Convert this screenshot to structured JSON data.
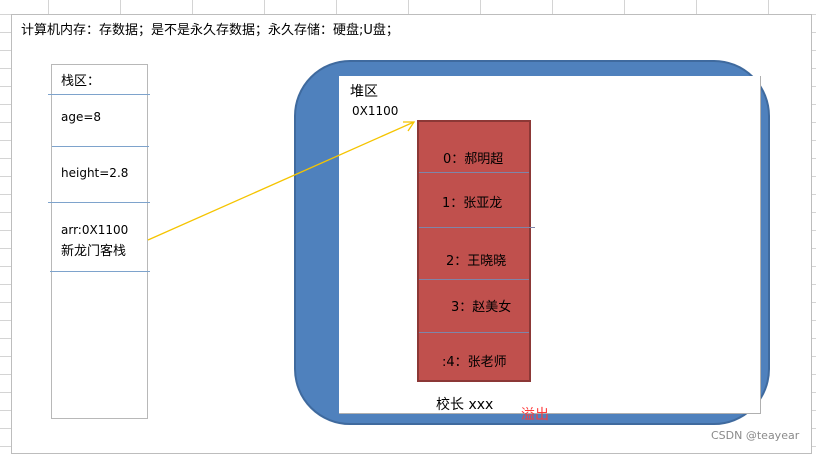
{
  "header": {
    "description": "计算机内存：存数据；是不是永久存数据；永久存储：硬盘;U盘；"
  },
  "stack": {
    "title": "栈区：",
    "items": [
      {
        "line1": "age=8"
      },
      {
        "line1": "height=2.8"
      },
      {
        "line1": "arr:0X1100",
        "line2": "新龙门客栈"
      }
    ]
  },
  "heap": {
    "title": "堆区",
    "address": "0X1100",
    "array": [
      {
        "label": "0：郝明超"
      },
      {
        "label": "1：张亚龙"
      },
      {
        "label": "2：王晓晓"
      },
      {
        "label": "3：赵美女"
      },
      {
        "label": ":4：张老师"
      }
    ],
    "principal": "校长 xxx",
    "overflow_label": "溢出"
  },
  "colors": {
    "heap_blue": "#4f81bd",
    "array_red": "#c0504d",
    "pointer_arrow": "#f5c400",
    "overflow_text": "#ff3b3b"
  },
  "watermark": "CSDN @teayear"
}
